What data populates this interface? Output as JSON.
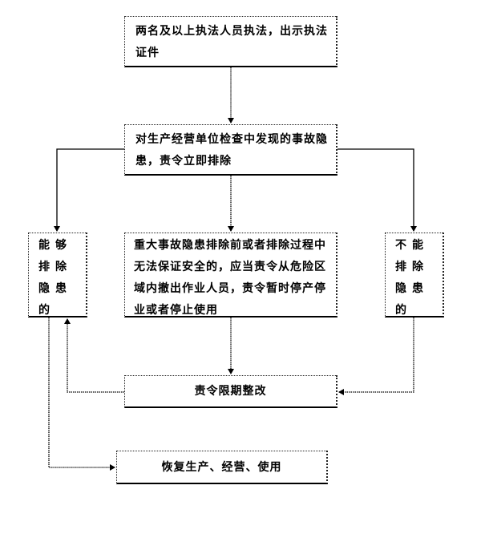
{
  "diagram": {
    "type": "flowchart",
    "nodes": {
      "start": {
        "id": "start",
        "text": "两名及以上执法人员执法，出示执法证件"
      },
      "inspect": {
        "id": "inspect",
        "text": "对生产经营单位检查中发现的事故隐患，责令立即排除"
      },
      "can_eliminate": {
        "id": "can_eliminate",
        "text": "能够排除隐患的"
      },
      "major_hazard": {
        "id": "major_hazard",
        "text": "重大事故隐患排除前或者排除过程中无法保证安全的，应当责令从危险区域内撤出作业人员，责令暂时停产停业或者停止使用"
      },
      "cannot_eliminate": {
        "id": "cannot_eliminate",
        "text": "不能排除隐患的"
      },
      "rectify": {
        "id": "rectify",
        "text": "责令限期整改"
      },
      "resume": {
        "id": "resume",
        "text": "恢复生产、经营、使用"
      }
    },
    "edges": [
      {
        "from": "start",
        "to": "inspect"
      },
      {
        "from": "inspect",
        "to": "can_eliminate"
      },
      {
        "from": "inspect",
        "to": "major_hazard"
      },
      {
        "from": "inspect",
        "to": "cannot_eliminate"
      },
      {
        "from": "major_hazard",
        "to": "rectify"
      },
      {
        "from": "cannot_eliminate",
        "to": "rectify"
      },
      {
        "from": "rectify",
        "to": "can_eliminate"
      },
      {
        "from": "can_eliminate",
        "to": "resume"
      }
    ],
    "colors": {
      "line": "#000000",
      "box_fill": "#ffffff",
      "text": "#000000"
    }
  }
}
